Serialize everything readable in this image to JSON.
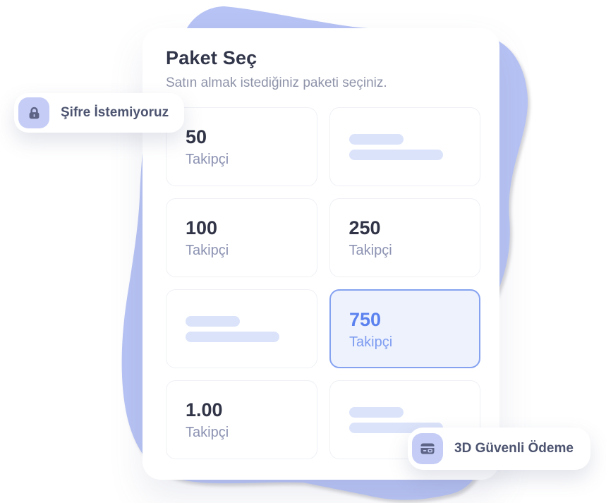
{
  "panel": {
    "title": "Paket Seç",
    "subtitle": "Satın almak istediğiniz paketi seçiniz."
  },
  "badges": {
    "no_password": {
      "label": "Şifre İstemiyoruz",
      "icon": "lock-icon"
    },
    "secure_payment": {
      "label": "3D Güvenli Ödeme",
      "icon": "credit-card-icon"
    }
  },
  "packages": [
    {
      "amount": "50",
      "unit": "Takipçi",
      "state": "default"
    },
    {
      "state": "loading"
    },
    {
      "amount": "100",
      "unit": "Takipçi",
      "state": "default"
    },
    {
      "amount": "250",
      "unit": "Takipçi",
      "state": "default"
    },
    {
      "state": "loading"
    },
    {
      "amount": "750",
      "unit": "Takipçi",
      "state": "selected"
    },
    {
      "amount": "1.00",
      "unit": "Takipçi",
      "state": "default"
    },
    {
      "state": "loading"
    }
  ],
  "colors": {
    "blob": "#b7c3f4",
    "skeleton_bar": "#dbe3fa",
    "card_border": "#eef0f5",
    "selected_border": "#85a2f1",
    "selected_bg": "#edf2fd",
    "selected_amount": "#5b82ef",
    "selected_unit": "#7e9cf1",
    "amount_text": "#303446",
    "unit_text": "#8c92b2",
    "title_text": "#32364a",
    "subtitle_text": "#8e93a9",
    "badge_text": "#4d5470",
    "icon_bg": "#c5cdf6",
    "icon_glyph": "#5d6486"
  }
}
